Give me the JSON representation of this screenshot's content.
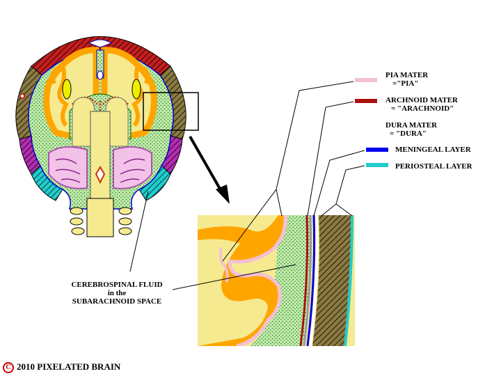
{
  "colors": {
    "pia": "#f4c0d4",
    "arachnoid": "#aa1111",
    "dura": "#9a9a9a",
    "meningeal": "#0000ee",
    "periosteal": "#22cccc",
    "cortex": "#ffa500",
    "white_matter": "#f5ea90",
    "csf_green": "#c8ecb0",
    "skull": "#8c7a42",
    "scalp_red": "#b01a1a",
    "purple": "#b02fb0"
  },
  "legend": [
    {
      "line1": "PIA MATER",
      "line2": "=\"PIA\"",
      "swatch": "pia"
    },
    {
      "line1": "ARCHNOID MATER",
      "line2": "= \"ARACHNOID\"",
      "swatch": "arachnoid"
    },
    {
      "line1": "DURA MATER",
      "line2": "= \"DURA\"",
      "swatch": ""
    },
    {
      "line1": "MENINGEAL  LAYER",
      "line2": "",
      "swatch": "meningeal"
    },
    {
      "line1": "PERIOSTEAL LAYER",
      "line2": "",
      "swatch": "periosteal"
    }
  ],
  "csf_label": {
    "line1": "CEREBROSPINAL FLUID",
    "line2": "in the",
    "line3": "SUBARACHNOID SPACE"
  },
  "copyright": {
    "symbol": "C",
    "text": "2010  PIXELATED BRAIN"
  }
}
